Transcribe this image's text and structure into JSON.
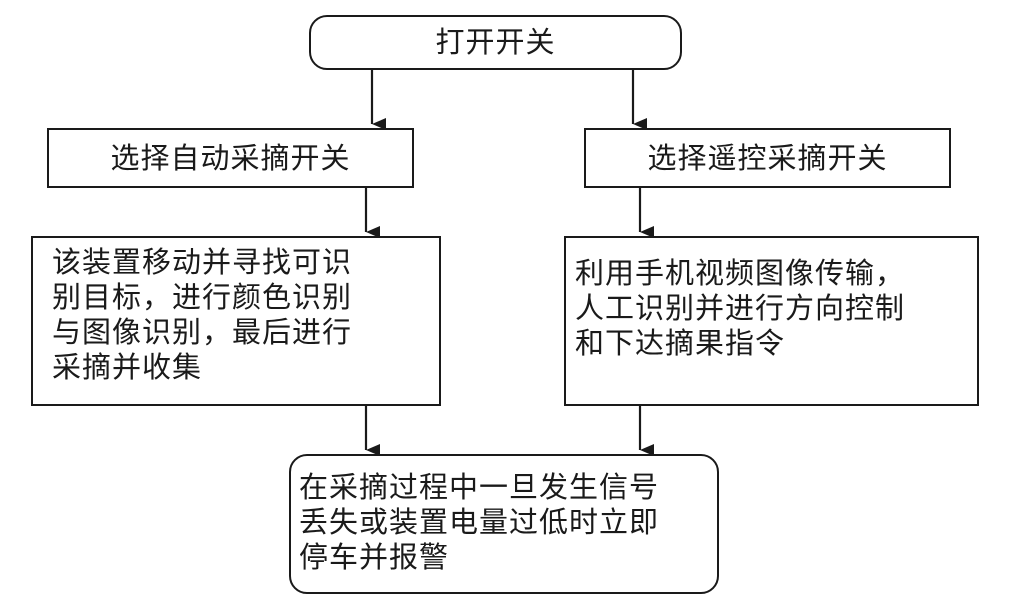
{
  "nodes": {
    "start": "打开开关",
    "auto_select": "选择自动采摘开关",
    "remote_select": "选择遥控采摘开关",
    "auto_process": "该装置移动并寻找可识\n别目标，进行颜色识别\n与图像识别，最后进行\n采摘并收集",
    "remote_process": "利用手机视频图像传输，\n人工识别并进行方向控制\n和下达摘果指令",
    "stop_alarm": "在采摘过程中一旦发生信号\n丢失或装置电量过低时立即\n停车并报警"
  }
}
